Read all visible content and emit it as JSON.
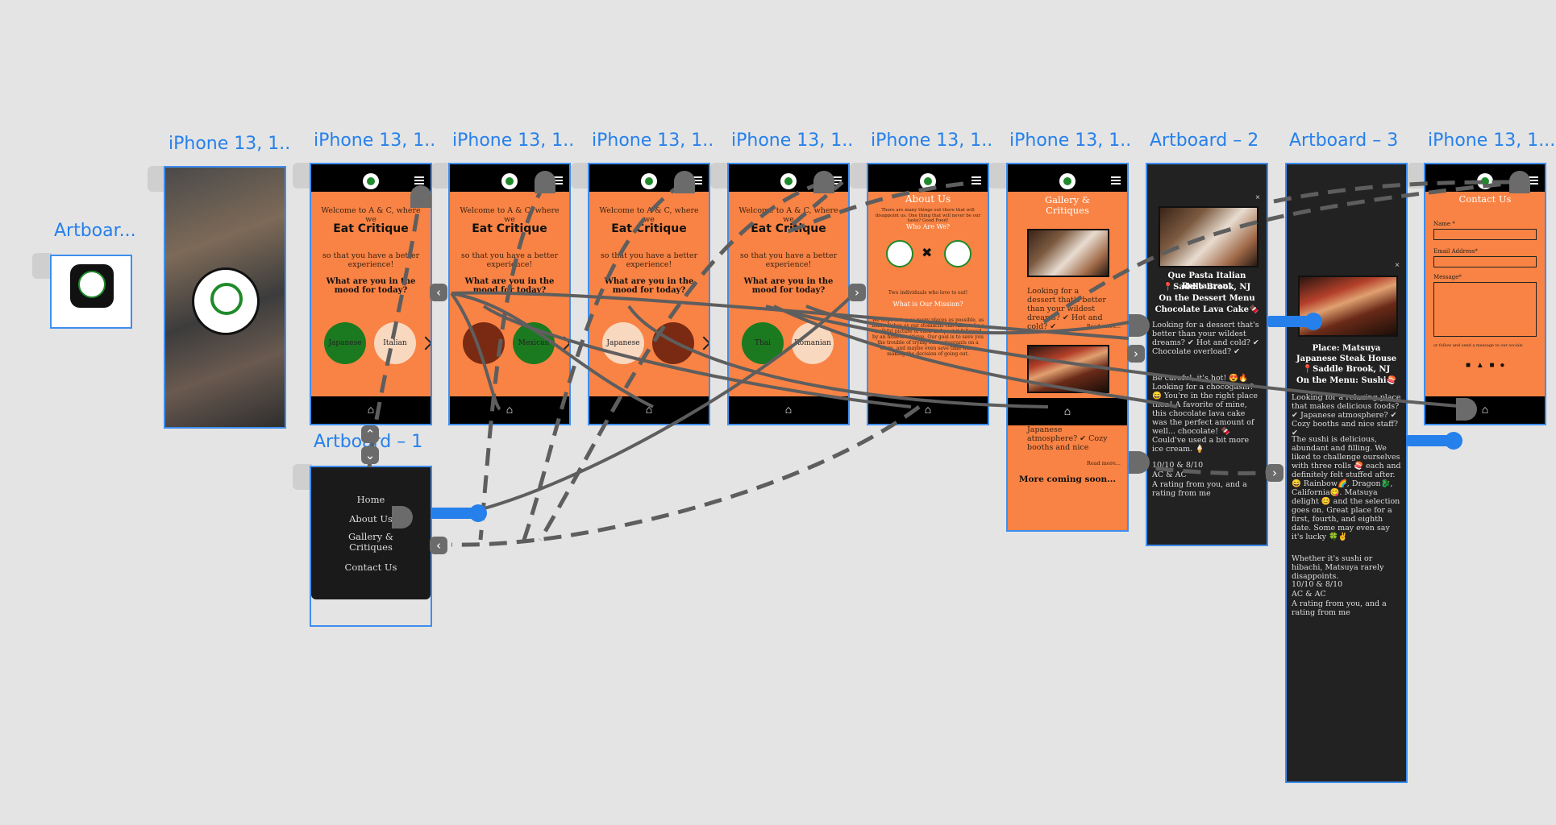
{
  "artboards": {
    "labels": [
      "Artboar...",
      "iPhone 13, 1...",
      "iPhone 13, 1...",
      "iPhone 13, 1...",
      "iPhone 13, 1...",
      "iPhone 13, 1...",
      "iPhone 13, 1...",
      "iPhone 13, 1...",
      "Artboard – 2",
      "Artboard – 3",
      "iPhone 13, 1...",
      "Artboard – 1"
    ]
  },
  "home": {
    "welcome": "Welcome to A & C, where we",
    "brand": "Eat Critique",
    "tagline": "so that you have a better experience!",
    "mood": "What are you in the mood for today?",
    "options": {
      "p1": [
        "Japanese",
        "Italian"
      ],
      "p2": [
        "",
        "Mexican"
      ],
      "p3": [
        "Japanese",
        ""
      ],
      "p4": [
        "Thai",
        "Romanian"
      ]
    }
  },
  "menu": {
    "items": [
      "Home",
      "About Us",
      "Gallery & Critiques",
      "Contact Us"
    ]
  },
  "about": {
    "title": "About Us",
    "intro": "There are many things out there that will disappoint us. One thing that will never be our taste? Good Food!",
    "who": "Who Are We?",
    "who_text": "Two individuals who love to eat!",
    "mission": "What is Our Mission?",
    "mission_text": "We hope to try as many places as possible, as many dishes as our stomachs can take, take a truthful picture of each and post it followed by an honest critique. Our goal is to save you the trouble of trying out restaurants on a whim, and maybe even save time when making the decision of going out."
  },
  "gallery": {
    "title": "Gallery & Critiques",
    "item1": "Looking for a dessert that's better than your wildest dreams? ✔ Hot and cold? ✔",
    "read_more": "Read more...",
    "item2": "Japanese atmosphere? ✔ Cozy booths and nice",
    "coming": "More coming soon..."
  },
  "artboard2": {
    "place": "Que Pasta Italian Restaurant",
    "location": "📍Saddle Brook, NJ",
    "on_menu": "On the Dessert Menu",
    "dish": "Chocolate Lava Cake🍫",
    "p1": "Looking for a dessert that's better than your wildest dreams? ✔ Hot and cold? ✔ Chocolate overload? ✔",
    "p2": "Be careful, it's hot! 😍🔥 Looking for a chocogasm? 😄 You're in the right place then! A favorite of mine, this chocolate lava cake was the perfect amount of well... chocolate! 🍫 Could've used a bit more ice cream. 🍦",
    "score": "10/10 & 8/10",
    "ac": "AC & AC",
    "rating": "A rating from you, and a rating from me"
  },
  "artboard3": {
    "place": "Place: Matsuya Japanese Steak House",
    "location": "📍Saddle Brook, NJ",
    "on_menu": "On the Menu: Sushi🍣",
    "p1": "Looking for a relaxing place that makes delicious foods? ✔ Japanese atmosphere? ✔ Cozy booths and nice staff? ✔",
    "p2": "The sushi is delicious, abundant and filling. We liked to challenge ourselves with three rolls 🍣 each and definitely felt stuffed after. 😄 Rainbow🌈, Dragon🐉, California😋. Matsuya delight 😊 and the selection goes on. Great place for a first, fourth, and eighth date. Some may even say it's lucky 🍀✌",
    "p3": "Whether it's sushi or hibachi, Matsuya rarely disappoints.",
    "score": "10/10 & 8/10",
    "ac": "AC & AC",
    "rating": "A rating from you, and a rating from me"
  },
  "contact": {
    "title": "Contact Us",
    "name": "Name *",
    "email": "Email Address*",
    "message": "Message*",
    "follow": "or follow and send a message to our socials"
  },
  "colors": {
    "accent": "#2680eb",
    "orange": "#f98344",
    "dark": "#222222",
    "wire": "#5e5e5e"
  }
}
